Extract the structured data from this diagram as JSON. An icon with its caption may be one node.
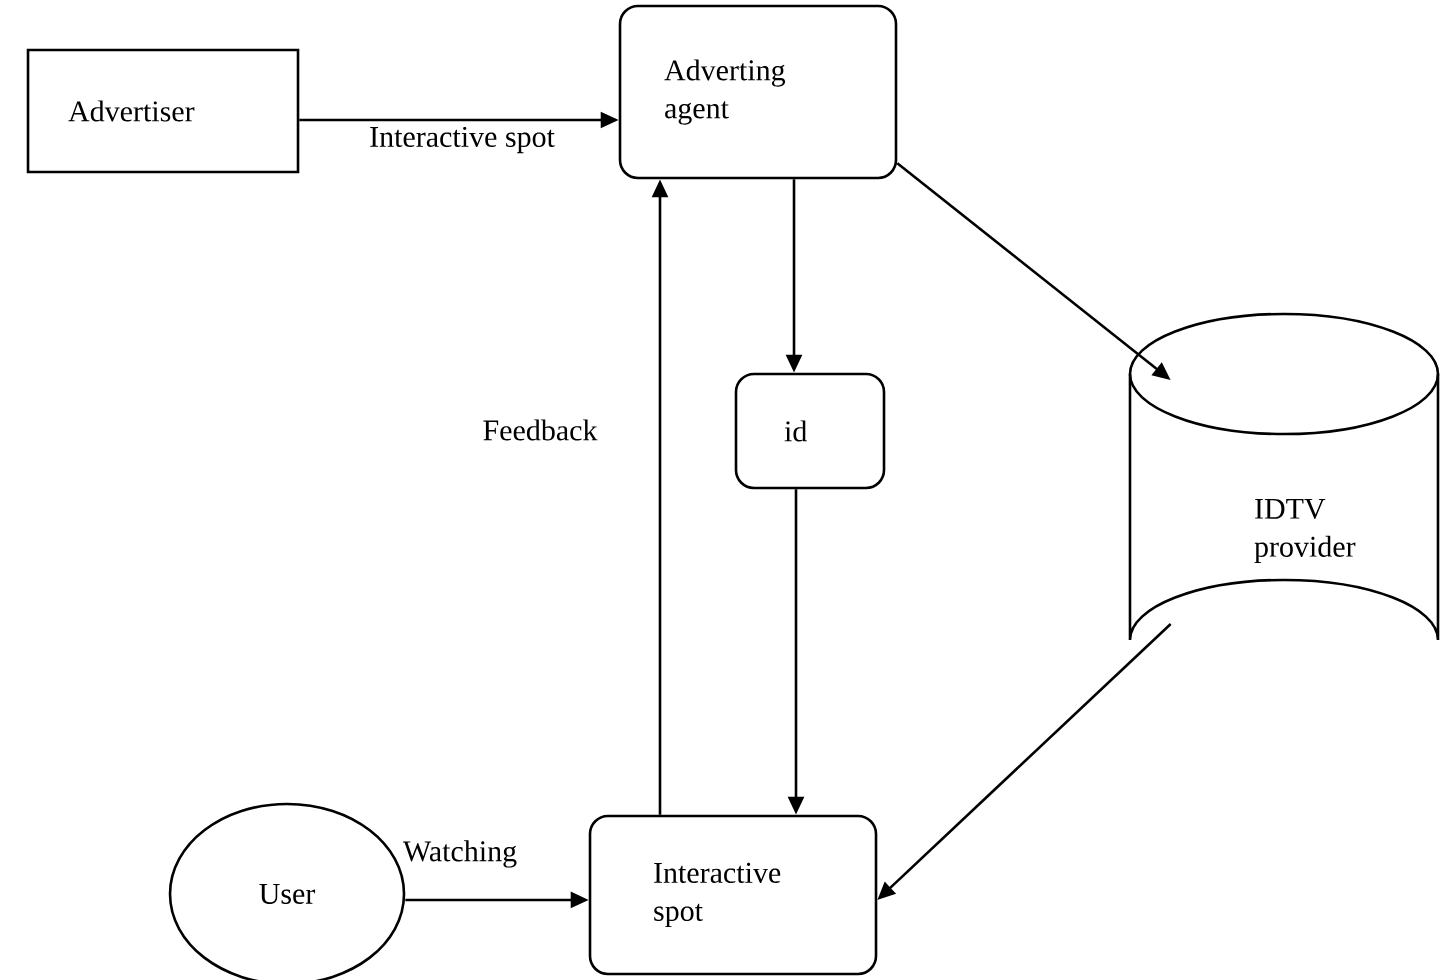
{
  "diagram": {
    "nodes": [
      {
        "text": [
          "Advertiser"
        ]
      },
      {
        "text": [
          "Adverting agent"
        ]
      },
      {
        "text": [
          "id"
        ]
      },
      {
        "text": [
          "IDTV provider"
        ]
      },
      {
        "text": [
          "User"
        ]
      },
      {
        "text": [
          "Interactive spot"
        ]
      }
    ],
    "edges": [
      {
        "from": 0,
        "to": 1,
        "arrow": "to",
        "label": "Interactive spot"
      },
      {
        "from": 5,
        "to": 1,
        "arrow": "to",
        "label": "Feedback"
      },
      {
        "from": 1,
        "to": 2,
        "arrow": "to"
      },
      {
        "from": 1,
        "to": 3,
        "arrow": "to"
      },
      {
        "from": 2,
        "to": 5,
        "arrow": "to"
      },
      {
        "from": 3,
        "to": 5,
        "arrow": "to"
      },
      {
        "from": 4,
        "to": 5,
        "arrow": "to",
        "label": "Watching"
      }
    ]
  }
}
